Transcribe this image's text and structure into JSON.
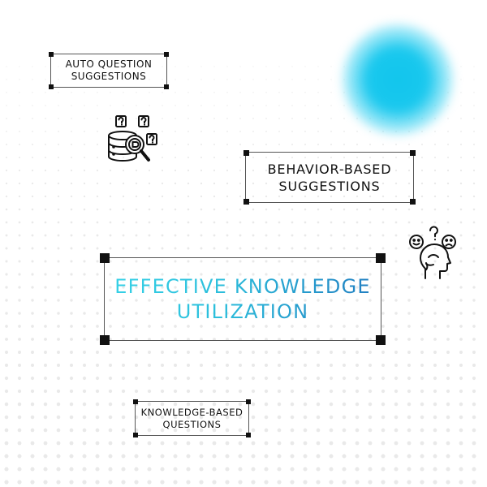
{
  "cards": {
    "auto_question": [
      "AUTO QUESTION",
      "SUGGESTIONS"
    ],
    "behavior": [
      "BEHAVIOR-BASED",
      "SUGGESTIONS"
    ],
    "effective": [
      "EFFECTIVE KNOWLEDGE",
      "UTILIZATION"
    ],
    "knowledge": [
      "KNOWLEDGE-BASED",
      "QUESTIONS"
    ]
  },
  "icons": {
    "database_search": "database-search-question-icon",
    "head_emotions": "head-emotions-question-icon"
  },
  "colors": {
    "glow": "#12c5ec",
    "title_gradient_start": "#35d0e6",
    "title_gradient_end": "#2180c2",
    "frame_border": "#555555",
    "corner": "#111111",
    "dots": "#e9e9e9"
  }
}
